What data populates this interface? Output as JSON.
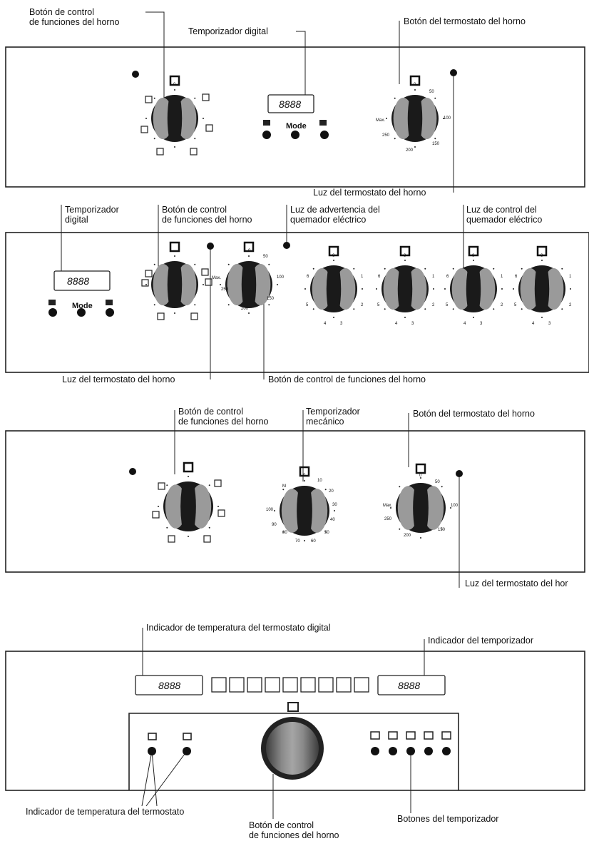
{
  "timer_display": "8888",
  "mode_label": "Mode",
  "panel1": {
    "label_function_knob": "Botón de control\nde funciones del horno",
    "label_timer": "Temporizador digital",
    "label_thermostat_knob": "Botón del termostato del horno",
    "label_thermostat_light": "Luz del termostato del horno",
    "thermo_scale": [
      "0",
      "50",
      "100",
      "150",
      "200",
      "250",
      "Max."
    ],
    "function_scale": [
      "0"
    ]
  },
  "panel2": {
    "label_timer": "Temporizador\ndigital",
    "label_function_knob": "Botón de control\nde funciones del horno",
    "label_warning_light": "Luz de advertencia del\nquemador eléctrico",
    "label_burner_light": "Luz de control del\nquemador eléctrico",
    "label_thermostat_light": "Luz del termostato del horno",
    "label_function_knob_bottom": "Botón de control de funciones del horno",
    "burner_scale": [
      "0",
      "1",
      "2",
      "3",
      "4",
      "5",
      "6"
    ]
  },
  "panel3": {
    "label_function_knob": "Botón de control\nde funciones del horno",
    "label_mech_timer": "Temporizador\nmecánico",
    "label_thermostat_knob": "Botón del termostato del horno",
    "label_thermostat_light": "Luz del termostato del hor",
    "timer_scale": [
      "0",
      "10",
      "20",
      "30",
      "40",
      "50",
      "60",
      "70",
      "80",
      "90",
      "100",
      "M"
    ]
  },
  "panel4": {
    "label_temp_indicator": "Indicador de temperatura del termostato digital",
    "label_timer_indicator": "Indicador del temporizador",
    "label_thermostat_temp": "Indicador de temperatura del termostato",
    "label_function_knob": "Botón de control\nde funciones del horno",
    "label_timer_buttons": "Botones del temporizador"
  }
}
